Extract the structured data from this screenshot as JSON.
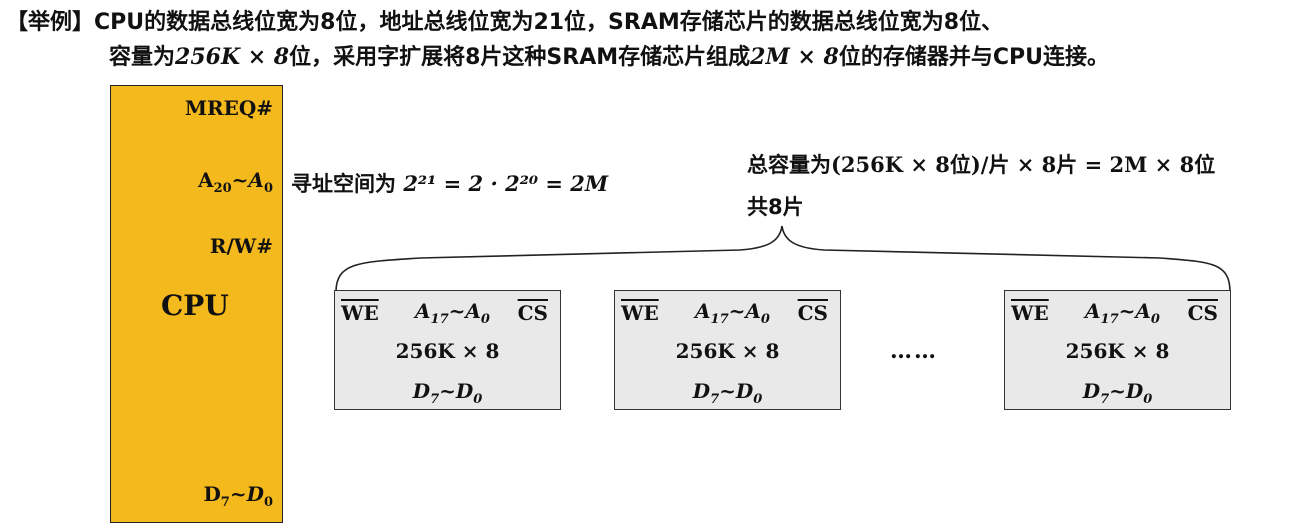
{
  "problem": {
    "line1": "【举例】CPU的数据总线位宽为8位，地址总线位宽为21位，SRAM存储芯片的数据总线位宽为8位、",
    "line2_a": "容量为",
    "line2_cap": "256K × 8",
    "line2_b": "位，采用字扩展将8片这种SRAM存储芯片组成",
    "line2_total": "2M × 8",
    "line2_c": "位的存储器并与CPU连接。"
  },
  "cpu": {
    "label": "CPU",
    "pin_mreq": "MREQ#",
    "pin_addr_base": "A",
    "pin_addr_hi": "20",
    "pin_addr_sep": "~",
    "pin_addr_base2": "A",
    "pin_addr_lo": "0",
    "pin_rw": "R/W#",
    "pin_data_base": "D",
    "pin_data_hi": "7",
    "pin_data_sep": "~",
    "pin_data_base2": "D",
    "pin_data_lo": "0"
  },
  "address_note": {
    "prefix": "寻址空间为 ",
    "formula": "2²¹ = 2 · 2²⁰ = 2M"
  },
  "capacity_note": {
    "prefix": "总容量为",
    "formula": "(256K × 8位)/片 × 8片 = 2M × 8位",
    "count": "共8片"
  },
  "chip": {
    "we": "WE",
    "addr_a": "A",
    "addr_hi": "17",
    "addr_sep": "~",
    "addr_a2": "A",
    "addr_lo": "0",
    "cs": "CS",
    "capacity": "256K × 8",
    "data_d": "D",
    "data_hi": "7",
    "data_sep": "~",
    "data_d2": "D",
    "data_lo": "0"
  },
  "ellipsis": "……"
}
